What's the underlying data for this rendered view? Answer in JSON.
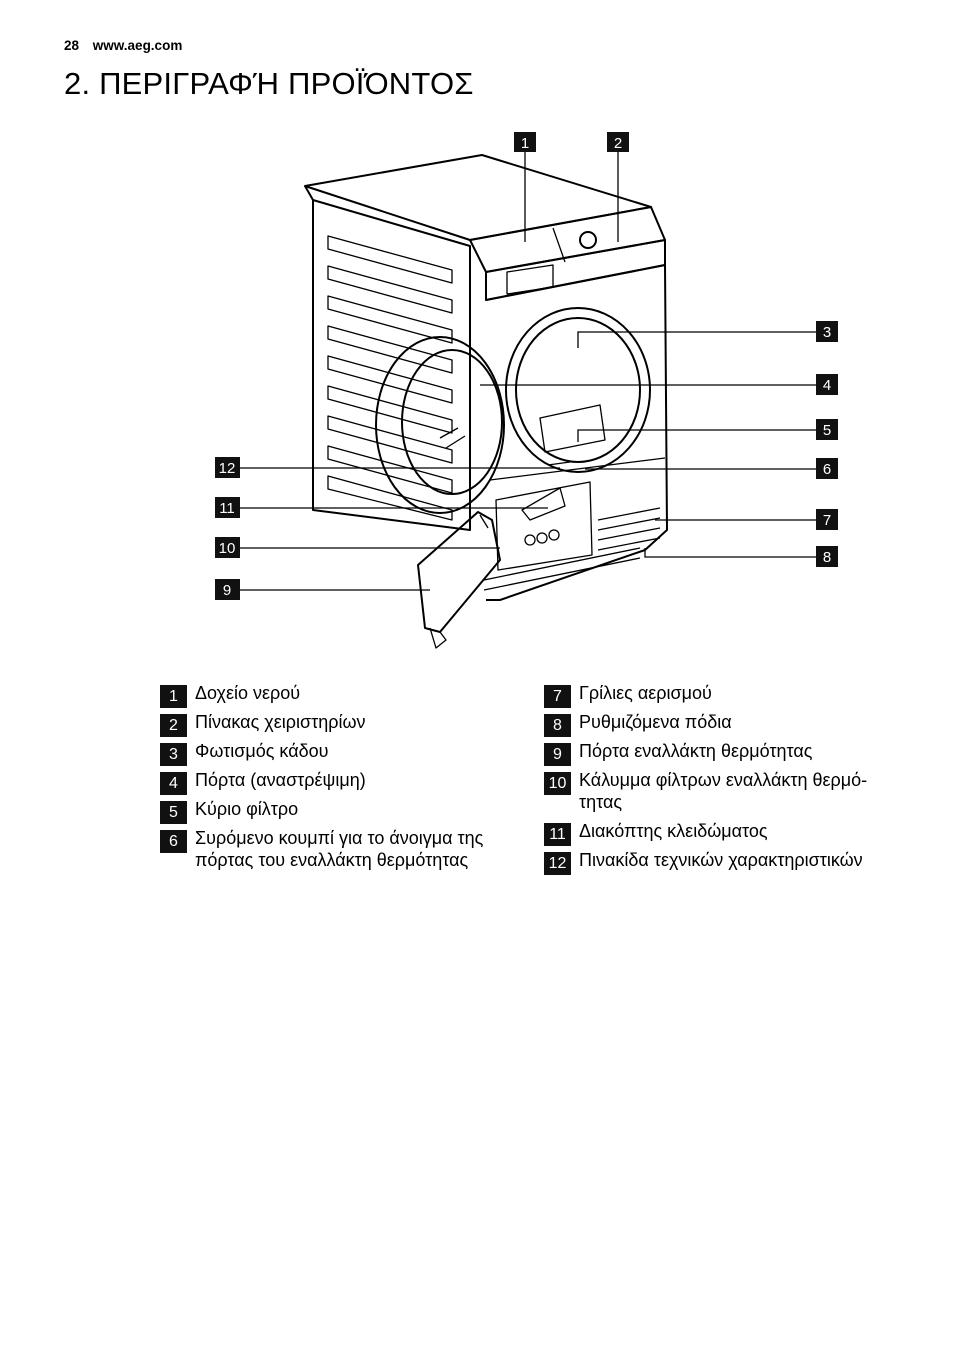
{
  "header": {
    "page_number": "28",
    "website": "www.aeg.com"
  },
  "section": {
    "number": "2.",
    "title": "ΠΕΡΙΓΡΑΦΉ ΠΡΟΪΌΝΤΟΣ"
  },
  "figure": {
    "callouts": [
      "1",
      "2",
      "3",
      "4",
      "5",
      "6",
      "7",
      "8",
      "9",
      "10",
      "11",
      "12"
    ]
  },
  "legend": {
    "left": [
      {
        "num": "1",
        "label": "Δοχείο νερού"
      },
      {
        "num": "2",
        "label": "Πίνακας χειριστηρίων"
      },
      {
        "num": "3",
        "label": "Φωτισμός κάδου"
      },
      {
        "num": "4",
        "label": "Πόρτα (αναστρέψιμη)"
      },
      {
        "num": "5",
        "label": "Κύριο φίλτρο"
      },
      {
        "num": "6",
        "label": "Συρόμενο κουμπί για το άνοιγμα της πόρτας του εναλλάκτη θερμότητας"
      }
    ],
    "right": [
      {
        "num": "7",
        "label": "Γρίλιες αερισμού"
      },
      {
        "num": "8",
        "label": "Ρυθμιζόμενα πόδια"
      },
      {
        "num": "9",
        "label": "Πόρτα εναλλάκτη θερμότητας"
      },
      {
        "num": "10",
        "label": "Κάλυμμα φίλτρων εναλλάκτη θερμό-τητας"
      },
      {
        "num": "11",
        "label": "Διακόπτης κλειδώματος"
      },
      {
        "num": "12",
        "label": "Πινακίδα τεχνικών χαρακτηριστικών"
      }
    ]
  }
}
